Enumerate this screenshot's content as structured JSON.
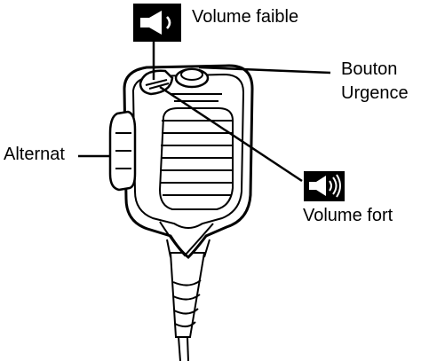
{
  "labels": {
    "volume_low": "Volume faible",
    "emergency_line1": "Bouton",
    "emergency_line2": "Urgence",
    "ptt": "Alternat",
    "volume_high": "Volume fort"
  },
  "icons": {
    "volume_low": "speaker-low-volume-icon",
    "volume_high": "speaker-high-volume-icon"
  },
  "colors": {
    "ink": "#000000",
    "background": "#ffffff",
    "body_fill": "#ffffff"
  }
}
